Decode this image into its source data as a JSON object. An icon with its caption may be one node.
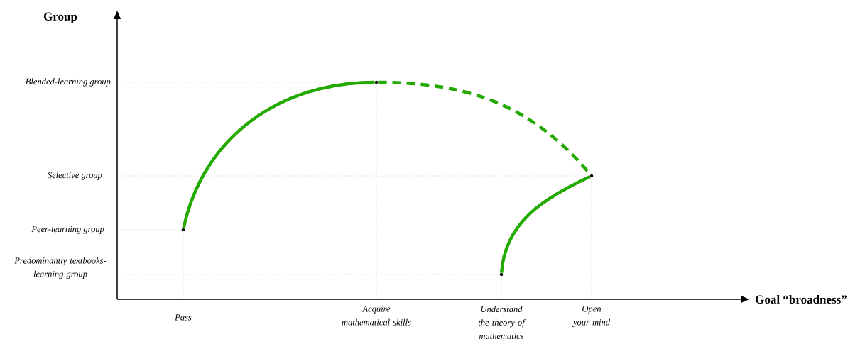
{
  "diagram": {
    "nodes": [
      {
        "text": [],
        "shape": "circle"
      },
      {
        "text": [],
        "shape": "circle"
      },
      {
        "text": [],
        "shape": "circle"
      },
      {
        "text": [],
        "shape": "circle"
      }
    ],
    "edges": [
      {
        "from": 0,
        "to": 1,
        "arrow": "none"
      },
      {
        "from": 1,
        "to": 3,
        "arrow": "none",
        "style": "dashed"
      },
      {
        "from": 2,
        "to": 3,
        "arrow": "none"
      }
    ],
    "labels": [
      "Group",
      "Blended-learning group",
      "Selective group",
      "Peer-learning group",
      "Predominantly textbooks-learning group",
      "Goal “broadness”",
      "Pass",
      "Acquire mathematical skills",
      "Understand the theory of mathematics",
      "Open your mind"
    ]
  }
}
